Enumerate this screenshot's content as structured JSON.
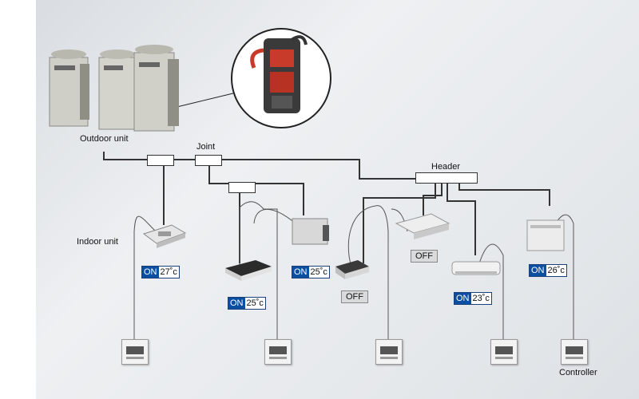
{
  "labels": {
    "outdoor_unit": "Outdoor unit",
    "joint": "Joint",
    "header": "Header",
    "indoor_unit": "Indoor unit",
    "controller": "Controller"
  },
  "units": [
    {
      "id": "cassette-left",
      "status": "ON",
      "temp": "27˚c"
    },
    {
      "id": "duct-slim",
      "status": "ON",
      "temp": "25˚c"
    },
    {
      "id": "duct-box",
      "status": "ON",
      "temp": "25˚c"
    },
    {
      "id": "duct-small",
      "status": "OFF",
      "temp": ""
    },
    {
      "id": "ceiling-suspended",
      "status": "OFF",
      "temp": ""
    },
    {
      "id": "wall-mounted",
      "status": "ON",
      "temp": "23˚c"
    },
    {
      "id": "floor-standing",
      "status": "ON",
      "temp": "26˚c"
    }
  ],
  "colors": {
    "on_badge": "#0a4fa2",
    "pipe": "#333333",
    "wire": "#555555"
  }
}
